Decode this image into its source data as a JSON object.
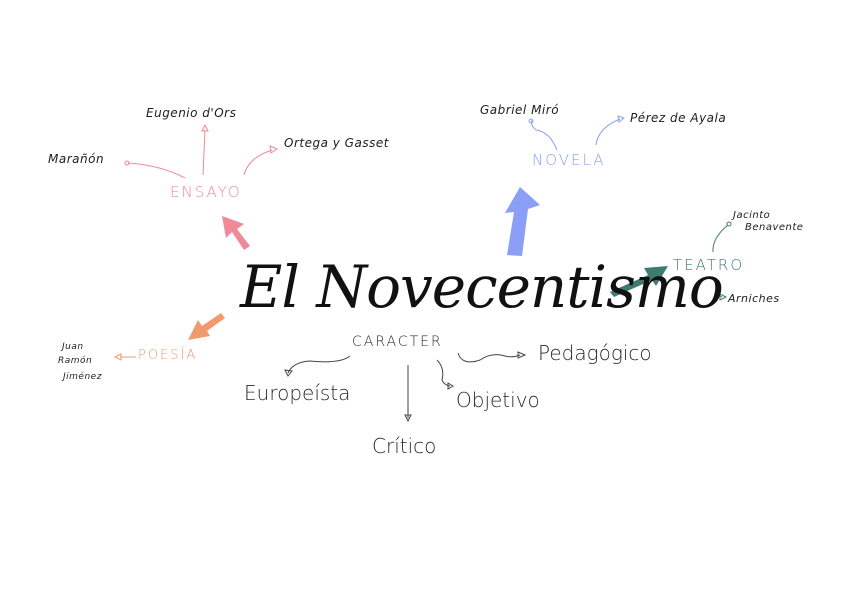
{
  "title": "El Novecentismo",
  "colors": {
    "ensayo": "#f08a98",
    "novela": "#8b9ff6",
    "teatro": "#3f7b70",
    "poesia": "#f09a6e",
    "text": "#1e1e1e"
  },
  "branches": {
    "ensayo": {
      "label": "ENSAYO",
      "authors": [
        "Marañón",
        "Eugenio d'Ors",
        "Ortega y Gasset"
      ]
    },
    "novela": {
      "label": "NOVELA",
      "authors": [
        "Gabriel Miró",
        "Pérez de Ayala"
      ]
    },
    "teatro": {
      "label": "TEATRO",
      "authors": [
        "Jacinto",
        "Benavente",
        "Arniches"
      ]
    },
    "poesia": {
      "label": "POESÍA",
      "authors": [
        "Juan",
        "Ramón",
        "Jiménez"
      ]
    }
  },
  "caracter": {
    "label": "CARACTER",
    "traits": [
      "Europeísta",
      "Crítico",
      "Objetivo",
      "Pedagógico"
    ]
  }
}
